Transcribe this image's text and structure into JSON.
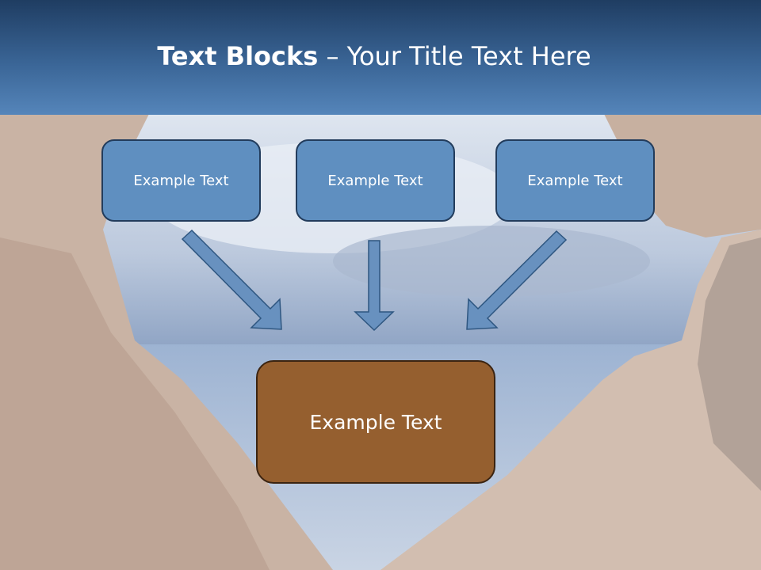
{
  "title": {
    "bold": "Text Blocks",
    "dash": " – ",
    "rest": "Your Title Text Here"
  },
  "boxes": {
    "top": [
      "Example Text",
      "Example Text",
      "Example Text"
    ],
    "main": "Example Text"
  },
  "colors": {
    "header": "#2b5180",
    "box_fill": "#5f8fc0",
    "box_border": "#223c5c",
    "main_fill": "#955f2f",
    "main_border": "#3b2411",
    "arrow_fill": "#6891bf",
    "arrow_stroke": "#2e5680"
  }
}
